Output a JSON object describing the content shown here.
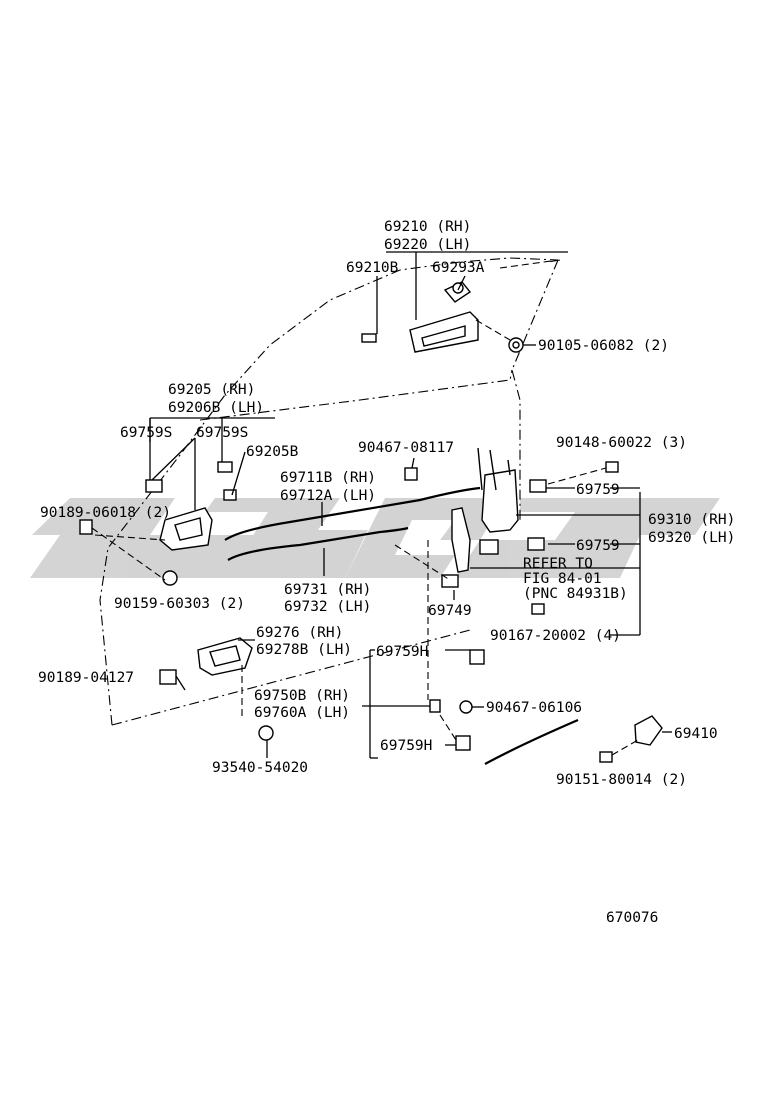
{
  "labels": {
    "outer_handle_rh": "69210 (RH)",
    "outer_handle_lh": "69220 (LH)",
    "outer_handle_sub_b": "69210B",
    "outer_handle_sub_a": "69293A",
    "screw_outer_handle": "90105-06082 (2)",
    "inner_handle_rh": "69205  (RH)",
    "inner_handle_lh": "69206B (LH)",
    "clip_s_1": "69759S",
    "clip_s_2": "69759S",
    "inner_handle_sub": "69205B",
    "bolt_08117": "90467-08117",
    "screw_60022": "90148-60022 (3)",
    "rod_rh": "69711B (RH)",
    "rod_lh": "69712A (LH)",
    "clip_top": "69759",
    "clip_mid": "69759",
    "lock_rh": "69310 (RH)",
    "lock_lh": "69320 (LH)",
    "refer_1": "REFER TO",
    "refer_2": "FIG 84-01",
    "refer_3": "(PNC 84931B)",
    "screw_06018": "90189-06018 (2)",
    "screw_60303": "90159-60303 (2)",
    "rod2_rh": "69731 (RH)",
    "rod2_lh": "69732 (LH)",
    "part_69749": "69749",
    "screw_20002": "90167-20002 (4)",
    "bezel_rh": "69276  (RH)",
    "bezel_lh": "69278B (LH)",
    "clip_h_1": "69759H",
    "screw_04127": "90189-04127",
    "cable_rh": "69750B (RH)",
    "cable_lh": "69760A (LH)",
    "bolt_06106": "90467-06106",
    "clip_h_2": "69759H",
    "striker": "69410",
    "screw_54020": "93540-54020",
    "screw_80014": "90151-80014 (2)",
    "figure_number": "670076"
  },
  "watermark_color": "#c8c8c8"
}
